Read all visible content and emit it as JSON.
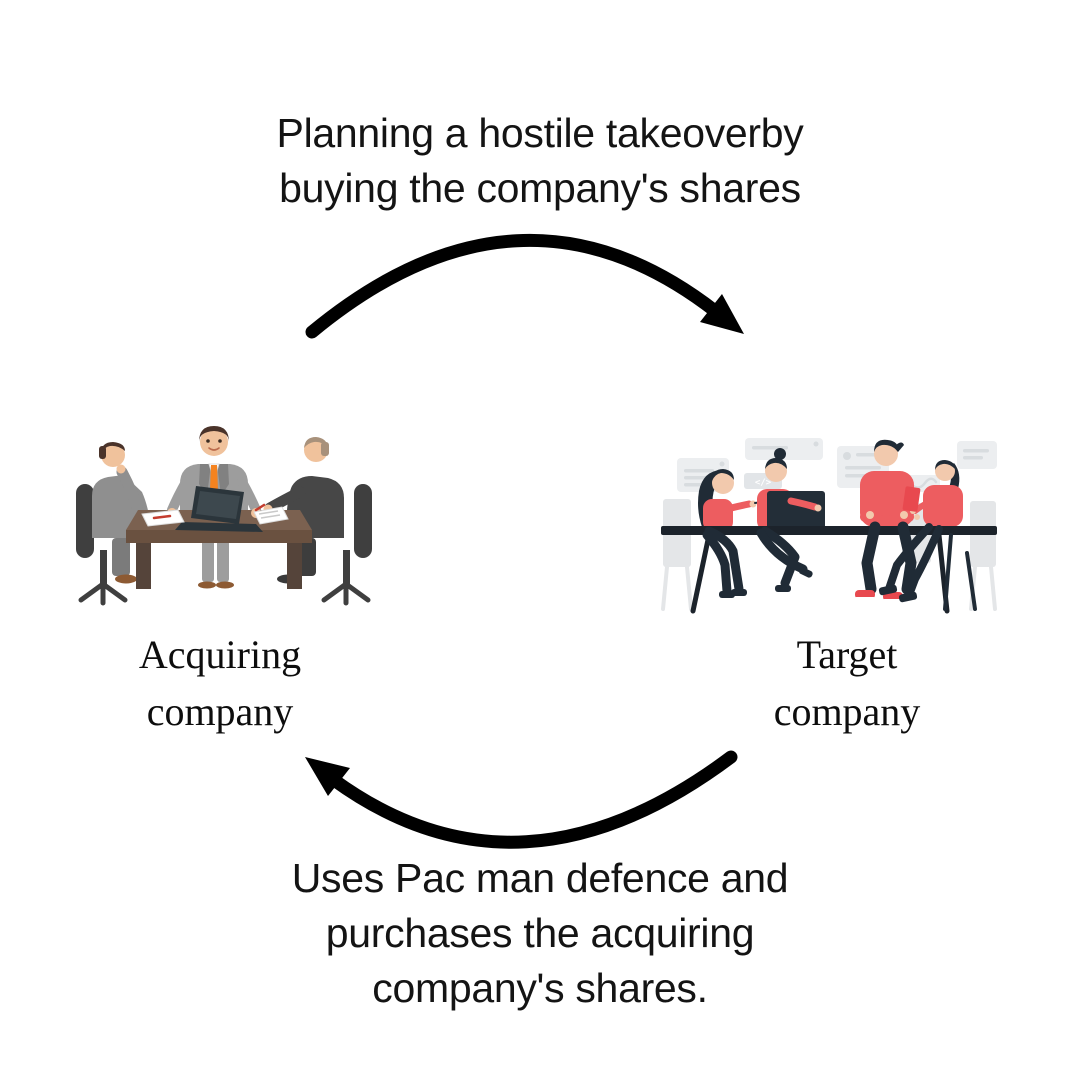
{
  "page": {
    "background": "#ffffff",
    "text_color": "#141414"
  },
  "captions": {
    "top": {
      "lines": [
        "Planning a hostile takeoverby",
        "buying the company's shares"
      ]
    },
    "bottom": {
      "lines": [
        "Uses Pac man defence and",
        "purchases the acquiring",
        "company's shares."
      ]
    }
  },
  "labels": {
    "acquiring": {
      "lines": [
        "Acquiring",
        "company"
      ]
    },
    "target": {
      "lines": [
        "Target",
        "company"
      ]
    }
  },
  "arrows": {
    "color": "#000000",
    "top": {
      "from": "acquiring-company",
      "to": "target-company",
      "shape": "arc-over"
    },
    "bottom": {
      "from": "target-company",
      "to": "acquiring-company",
      "shape": "arc-under"
    }
  },
  "illustrations": {
    "acquiring": {
      "name": "businessmen-meeting",
      "description": "Three businessmen in gray suits negotiating at a dark wooden table with a laptop and documents",
      "colors": {
        "suit_gray": "#9d9d9d",
        "suit_mid": "#8f8f8f",
        "suit_trouser": "#7b7b7b",
        "dark_suit": "#474747",
        "trouser_dark": "#3d3d3d",
        "lapel": "#818181",
        "tie_orange": "#f5831f",
        "skin": "#f0c29c",
        "hair_brown": "#4a332a",
        "hair_light": "#a8917b",
        "chair_dark": "#3f3f3f",
        "table_top": "#7b6150",
        "table_brown": "#6a5140",
        "table_leg": "#55443a",
        "laptop": "#2b353b",
        "laptop_screen": "#3d484e",
        "shoe_brown": "#8d5a33",
        "shoe_dark": "#3a3a3a",
        "paper_white": "#ffffff",
        "paper_edge": "#dcdcdc",
        "pen_red": "#c43c2e",
        "note_line": "#c9c9c9",
        "eye": "#3a2b22",
        "smile": "#bb6b4c"
      }
    },
    "target": {
      "name": "team-meeting",
      "description": "Four team members in red shirts working together at a long dark table with a laptop, gray chat cards behind them",
      "code_symbol": "</>",
      "colors": {
        "shirt_red": "#ed5d60",
        "dark_navy": "#202b36",
        "skin": "#f2c9ad",
        "card_gray": "#eceef0",
        "card_dark": "#e2e5e8",
        "card_line": "#d8dcdf",
        "chair_gray": "#e4e6e8",
        "table_dark": "#1c232b",
        "accent_red": "#e8494f",
        "laptop": "#232e38",
        "white": "#ffffff"
      }
    }
  }
}
